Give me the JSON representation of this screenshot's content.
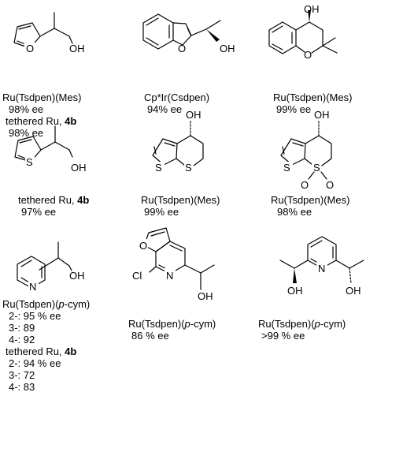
{
  "compounds": [
    {
      "catalyst": "Ru(Tsdpen)(Mes)",
      "ee": "98% ee",
      "catalyst2_pre": "tethered Ru, ",
      "catalyst2_ref": "4b",
      "ee2": "98% ee"
    },
    {
      "catalyst": "Cp*Ir(Csdpen)",
      "ee": "94% ee"
    },
    {
      "catalyst": "Ru(Tsdpen)(Mes)",
      "ee": "99% ee"
    },
    {
      "catalyst_pre": "tethered Ru, ",
      "catalyst_ref": "4b",
      "ee": "97% ee"
    },
    {
      "catalyst": "Ru(Tsdpen)(Mes)",
      "ee": "99% ee"
    },
    {
      "catalyst": "Ru(Tsdpen)(Mes)",
      "ee": "98% ee"
    },
    {
      "catalyst_pre": "Ru(Tsdpen)(",
      "catalyst_it": "p",
      "catalyst_post": "-cym)",
      "rows": [
        "2-: 95 % ee",
        "3-: 89",
        "4-: 92"
      ],
      "catalyst2_pre": "tethered Ru, ",
      "catalyst2_ref": "4b",
      "rows2": [
        "2-: 94 % ee",
        "3-: 72",
        "4-: 83"
      ]
    },
    {
      "catalyst_pre": "Ru(Tsdpen)(",
      "catalyst_it": "p",
      "catalyst_post": "-cym)",
      "ee": "86 % ee"
    },
    {
      "catalyst_pre": "Ru(Tsdpen)(",
      "catalyst_it": "p",
      "catalyst_post": "-cym)",
      "ee": ">99 % ee"
    }
  ],
  "atoms": {
    "oh": "OH",
    "o": "O",
    "s": "S",
    "n": "N",
    "cl": "Cl"
  }
}
